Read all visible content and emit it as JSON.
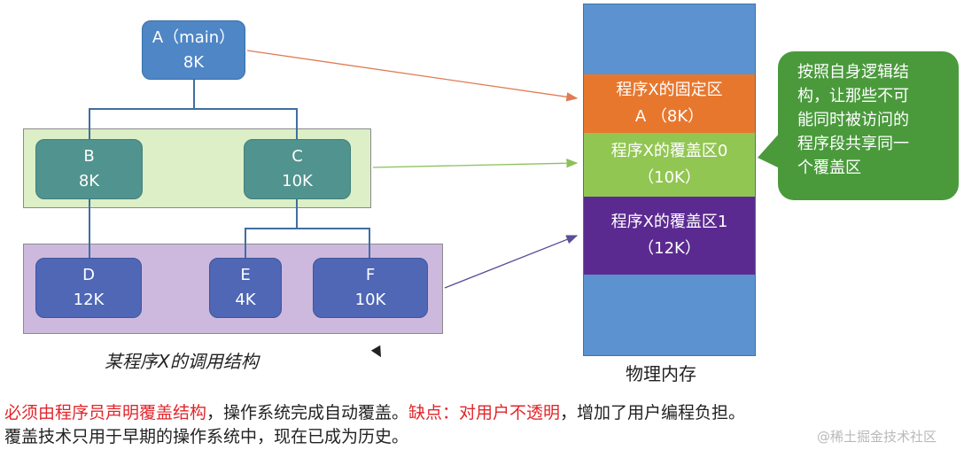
{
  "tree": {
    "A": {
      "name": "A（main）",
      "size": "8K"
    },
    "B": {
      "name": "B",
      "size": "8K"
    },
    "C": {
      "name": "C",
      "size": "10K"
    },
    "D": {
      "name": "D",
      "size": "12K"
    },
    "E": {
      "name": "E",
      "size": "4K"
    },
    "F": {
      "name": "F",
      "size": "10K"
    },
    "caption": "某程序X的调用结构"
  },
  "memory": {
    "fixed_line1": "程序X的固定区",
    "fixed_line2": "A （8K）",
    "overlay0_line1": "程序X的覆盖区0",
    "overlay0_line2": "（10K）",
    "overlay1_line1": "程序X的覆盖区1",
    "overlay1_line2": "（12K）",
    "caption": "物理内存"
  },
  "bubble": {
    "line1": "按照自身逻辑结",
    "line2": "构，让那些不可",
    "line3": "能同时被访问的",
    "line4": "程序段共享同一",
    "line5": "个覆盖区"
  },
  "notes": {
    "red1": "必须由程序员声明覆盖结构",
    "black1": "，操作系统完成自动覆盖。",
    "red2": "缺点：对用户不透明",
    "black2": "，增加了用户编程负担。",
    "line2": "覆盖技术只用于早期的操作系统中，现在已成为历史。"
  },
  "watermark": "@稀土掘金技术社区",
  "colors": {
    "node_a": "#4f86c6",
    "node_bc": "#4a8f8c",
    "node_def": "#4f67b5",
    "layer_green": "#dcefc6",
    "layer_purple": "#cdb9de",
    "mem_blue": "#5b92cf",
    "mem_orange": "#e8772e",
    "mem_green": "#92c653",
    "mem_purple": "#5b2a91",
    "bubble": "#4a9a3c",
    "highlight_red": "#e0262b"
  }
}
